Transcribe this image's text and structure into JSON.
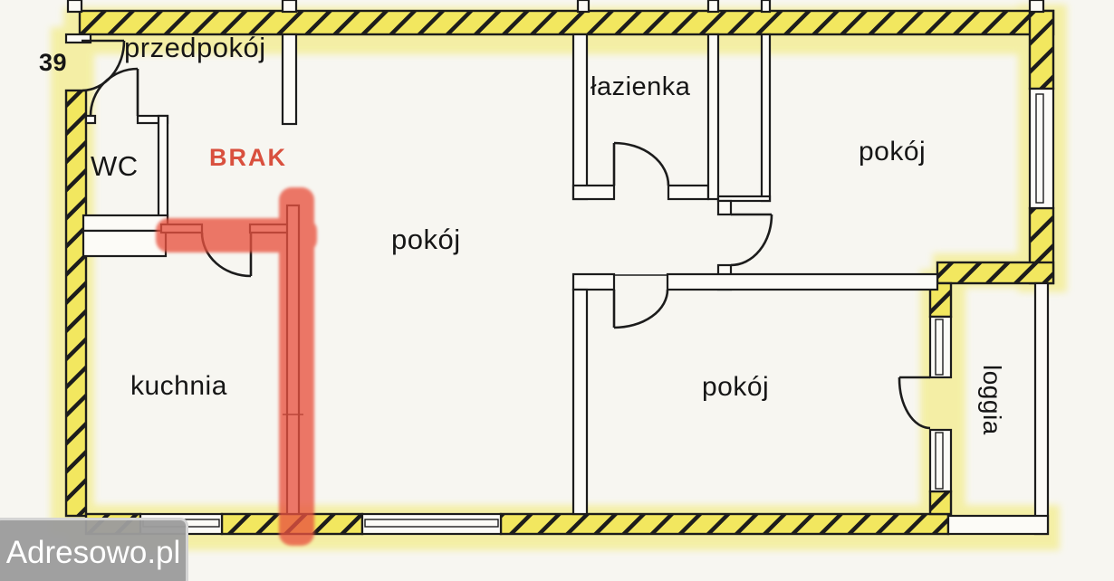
{
  "floorplan": {
    "apartment_number": "39",
    "annotation": {
      "text": "BRAK",
      "meaning_color": "#d9503e"
    },
    "rooms": {
      "hall": "przedpokój",
      "wc": "WC",
      "kitchen": "kuchnia",
      "room_center": "pokój",
      "bathroom": "łazienka",
      "room_top_right": "pokój",
      "room_bottom_right": "pokój",
      "loggia": "loggia"
    },
    "watermark": "Adresowo.pl",
    "colors": {
      "wall_line": "#1c1c1c",
      "wall_hatch_fill": "#f2e75f",
      "highlight_yellow": "#f2e968",
      "highlight_red": "#e8533f",
      "annotation_red": "#d9503e",
      "watermark_bg": "#9c9c9c",
      "paper": "#f7f6f1"
    }
  }
}
